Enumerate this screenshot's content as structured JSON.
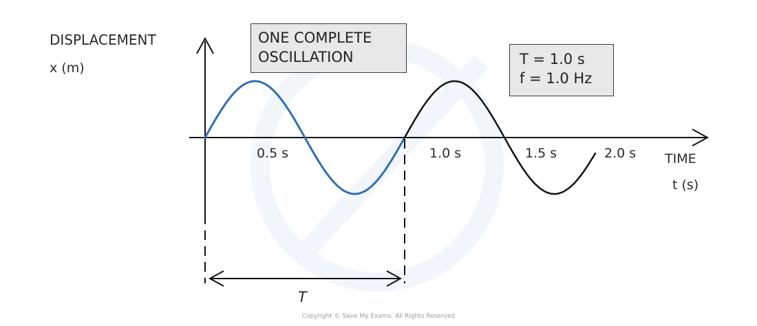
{
  "y_axis": {
    "title_line1": "DISPLACEMENT",
    "title_line2": "x (m)"
  },
  "x_axis": {
    "title_line1": "TIME",
    "title_line2": "t (s)"
  },
  "tick_labels": {
    "t05": "0.5 s",
    "t10": "1.0 s",
    "t15": "1.5 s",
    "t20": "2.0 s"
  },
  "oscillation_box": {
    "line1": "ONE COMPLETE",
    "line2": "OSCILLATION"
  },
  "info_box": {
    "period": "T = 1.0 s",
    "frequency": "f = 1.0 Hz"
  },
  "period_label": "T",
  "copyright": "Copyright © Save My Exams. All Rights Reserved",
  "colors": {
    "highlight_wave": "#2f6faf",
    "wave": "#111111",
    "axes": "#111111",
    "box_fill": "#e8e8e8"
  }
}
